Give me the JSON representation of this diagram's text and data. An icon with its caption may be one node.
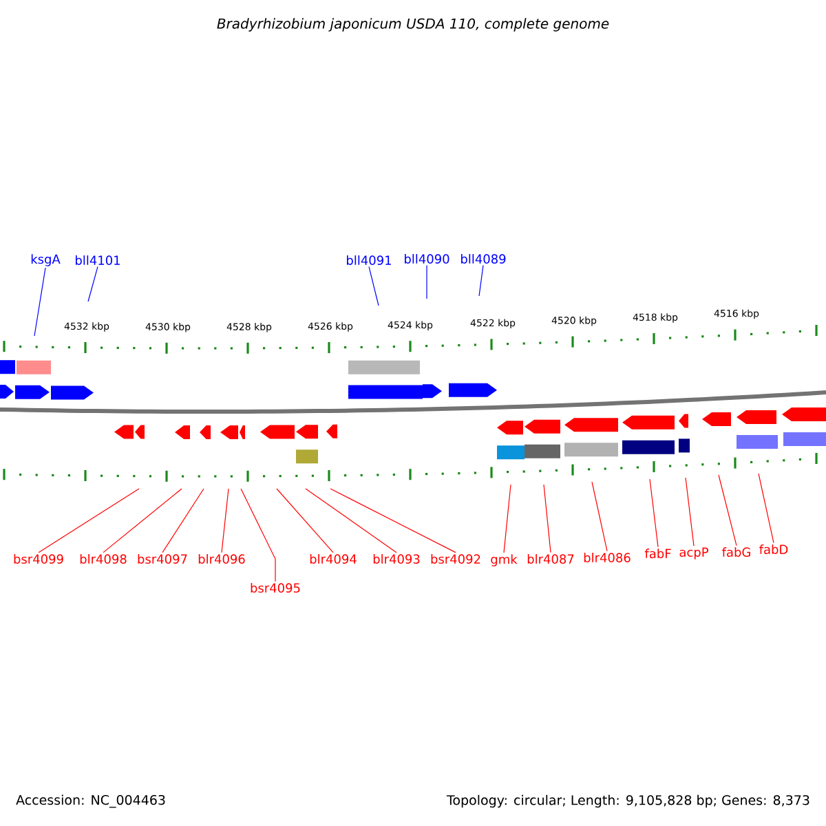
{
  "diagram": {
    "title": "Bradyrhizobium japonicum USDA 110, complete genome",
    "nodes": [
      {
        "text": [
          "ksgA"
        ]
      },
      {
        "text": [
          "bll4101"
        ]
      },
      {
        "text": [
          "bll4091"
        ]
      },
      {
        "text": [
          "bll4090"
        ]
      },
      {
        "text": [
          "bll4089"
        ]
      },
      {
        "text": [
          "bsr4099"
        ]
      },
      {
        "text": [
          "blr4098"
        ]
      },
      {
        "text": [
          "bsr4097"
        ]
      },
      {
        "text": [
          "blr4096"
        ]
      },
      {
        "text": [
          "bsr4095"
        ]
      },
      {
        "text": [
          "blr4094"
        ]
      },
      {
        "text": [
          "blr4093"
        ]
      },
      {
        "text": [
          "bsr4092"
        ]
      },
      {
        "text": [
          "gmk"
        ]
      },
      {
        "text": [
          "blr4087"
        ]
      },
      {
        "text": [
          "blr4086"
        ]
      },
      {
        "text": [
          "fabF"
        ]
      },
      {
        "text": [
          "acpP"
        ]
      },
      {
        "text": [
          "fabG"
        ]
      },
      {
        "text": [
          "fabD"
        ]
      }
    ],
    "edges": [
      {
        "from": 0,
        "to": null,
        "arrow": "none",
        "color": "#0000ff"
      },
      {
        "from": 1,
        "to": null,
        "arrow": "none",
        "color": "#0000ff"
      },
      {
        "from": 2,
        "to": null,
        "arrow": "none",
        "color": "#0000ff"
      },
      {
        "from": 3,
        "to": null,
        "arrow": "none",
        "color": "#0000ff"
      },
      {
        "from": 4,
        "to": null,
        "arrow": "none",
        "color": "#0000ff"
      },
      {
        "from": 5,
        "to": null,
        "arrow": "none"
      },
      {
        "from": 6,
        "to": null,
        "arrow": "none"
      },
      {
        "from": 7,
        "to": null,
        "arrow": "none"
      },
      {
        "from": 8,
        "to": null,
        "arrow": "none"
      },
      {
        "from": 9,
        "to": null,
        "arrow": "none"
      },
      {
        "from": 10,
        "to": null,
        "arrow": "none"
      },
      {
        "from": 11,
        "to": null,
        "arrow": "none"
      },
      {
        "from": 12,
        "to": null,
        "arrow": "none"
      },
      {
        "from": 13,
        "to": null,
        "arrow": "none"
      },
      {
        "from": 14,
        "to": null,
        "arrow": "none"
      },
      {
        "from": 15,
        "to": null,
        "arrow": "none"
      },
      {
        "from": 16,
        "to": null,
        "arrow": "none"
      },
      {
        "from": 17,
        "to": null,
        "arrow": "none"
      },
      {
        "from": 18,
        "to": null,
        "arrow": "none"
      },
      {
        "from": 19,
        "to": null,
        "arrow": "none"
      }
    ],
    "labels": [
      "4532 kbp",
      "4530 kbp",
      "4528 kbp",
      "4526 kbp",
      "4524 kbp",
      "4522 kbp",
      "4520 kbp",
      "4518 kbp",
      "4516 kbp",
      "Accession: NC_004463",
      "Topology: circular; Length: 9,105,828 bp; Genes: 8,373"
    ]
  }
}
